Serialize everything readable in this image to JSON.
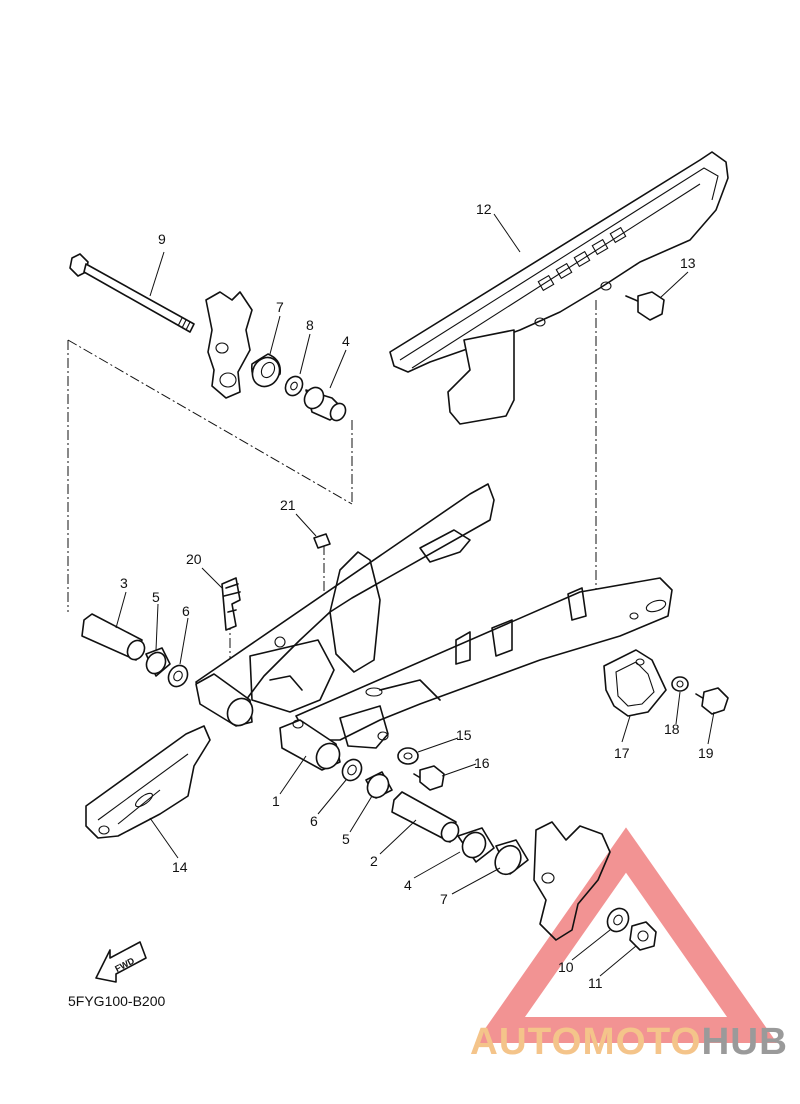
{
  "diagram_code": "5FYG100-B200",
  "fwd_label": "FWD",
  "watermark": {
    "part1": "AUTOMOTO",
    "part2": "HUB",
    "color1": "#f4c48a",
    "color2": "#9a9a9a",
    "triangle_color": "#f07070"
  },
  "callouts": [
    {
      "id": "c9",
      "label": "9"
    },
    {
      "id": "c7a",
      "label": "7"
    },
    {
      "id": "c8",
      "label": "8"
    },
    {
      "id": "c4a",
      "label": "4"
    },
    {
      "id": "c12",
      "label": "12"
    },
    {
      "id": "c13",
      "label": "13"
    },
    {
      "id": "c21",
      "label": "21"
    },
    {
      "id": "c20",
      "label": "20"
    },
    {
      "id": "c3",
      "label": "3"
    },
    {
      "id": "c5a",
      "label": "5"
    },
    {
      "id": "c6a",
      "label": "6"
    },
    {
      "id": "c15",
      "label": "15"
    },
    {
      "id": "c16",
      "label": "16"
    },
    {
      "id": "c17",
      "label": "17"
    },
    {
      "id": "c18",
      "label": "18"
    },
    {
      "id": "c19",
      "label": "19"
    },
    {
      "id": "c1",
      "label": "1"
    },
    {
      "id": "c6b",
      "label": "6"
    },
    {
      "id": "c5b",
      "label": "5"
    },
    {
      "id": "c2",
      "label": "2"
    },
    {
      "id": "c4b",
      "label": "4"
    },
    {
      "id": "c7b",
      "label": "7"
    },
    {
      "id": "c14",
      "label": "14"
    },
    {
      "id": "c10",
      "label": "10"
    },
    {
      "id": "c11",
      "label": "11"
    }
  ]
}
